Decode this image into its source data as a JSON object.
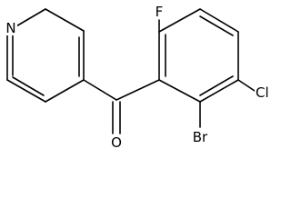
{
  "molecule": {
    "atoms": {
      "nitrogen": "N",
      "oxygen": "O",
      "fluorine": "F",
      "bromine": "Br",
      "chlorine": "Cl"
    }
  }
}
